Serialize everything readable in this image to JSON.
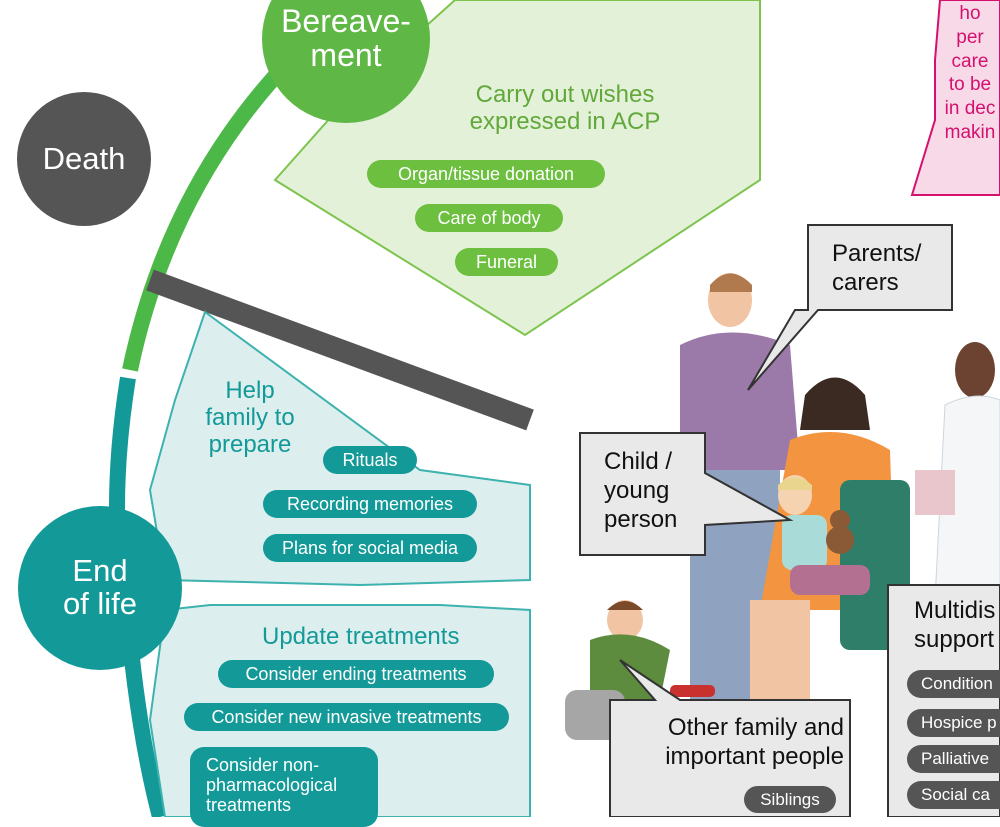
{
  "stages": {
    "bereavement": "Bereave-\nment",
    "death": "Death",
    "end_of_life": "End\nof life"
  },
  "bereavement_panel": {
    "heading": "Carry out wishes\nexpressed in ACP",
    "items": [
      "Organ/tissue donation",
      "Care of body",
      "Funeral"
    ]
  },
  "prepare_panel": {
    "heading": "Help\nfamily to\nprepare",
    "items": [
      "Rituals",
      "Recording memories",
      "Plans for social media"
    ]
  },
  "treatments_panel": {
    "heading": "Update treatments",
    "items": [
      "Consider ending treatments",
      "Consider new invasive treatments",
      "Consider non-\npharmacological\ntreatments"
    ]
  },
  "people": {
    "parents": "Parents/\ncarers",
    "child": "Child /\nyoung\nperson",
    "family": "Other family and\nimportant people",
    "family_item": "Siblings",
    "mdt": "Multidis\nsupport",
    "mdt_items": [
      "Condition",
      "Hospice p",
      "Palliative",
      "Social ca"
    ]
  },
  "pink_note": "ho\nper\ncare\nto be\nin dec\nmakin",
  "colors": {
    "green": "#6dbf3f",
    "teal": "#139a98",
    "dark": "#555555",
    "pink": "#d4116f"
  }
}
